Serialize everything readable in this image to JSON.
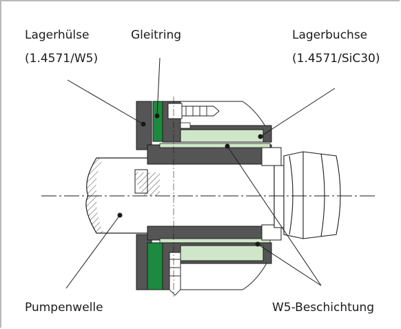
{
  "labels": {
    "lagerhuelse": "Lagerhülse",
    "lagerhuelse_mat": "(1.4571/W5)",
    "gleitring": "Gleitring",
    "lagerbuchse": "Lagerbuchse",
    "lagerbuchse_mat": "(1.4571/SiC30)",
    "pumpenwelle": "Pumpenwelle",
    "beschichtung": "W5-Beschichtung"
  },
  "colors": {
    "dark_part": "#555555",
    "green_ring": "#1d8a3f",
    "light_green": "#cfe6c8",
    "outline": "#1a1a1a"
  }
}
